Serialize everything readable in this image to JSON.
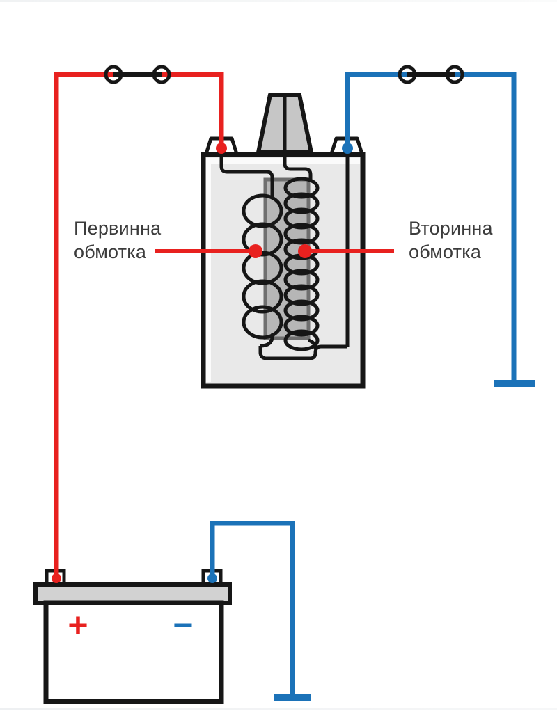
{
  "diagram": {
    "labels": {
      "primary_winding": {
        "line1": "Первинна",
        "line2": "обмотка"
      },
      "secondary_winding": {
        "line1": "Вторинна",
        "line2": "обмотка"
      }
    },
    "battery": {
      "positive_label": "+",
      "negative_label": "−"
    }
  },
  "colors": {
    "wire-red": "#e8211f",
    "wire-blue": "#1b72b8",
    "ink": "#161616",
    "label-text": "#3c3c3c",
    "coil-body-fill": "#e9e9e9",
    "coil-highlight": "#fbfbfb",
    "core-fill": "#b6b6b6",
    "core-edge": "#6f6f6f",
    "tower-fill": "#c6c6c6",
    "lid-fill": "#d2d2d2",
    "battery-fill-a": "#f2f2f2",
    "battery-fill-b": "#dcdcdc"
  }
}
